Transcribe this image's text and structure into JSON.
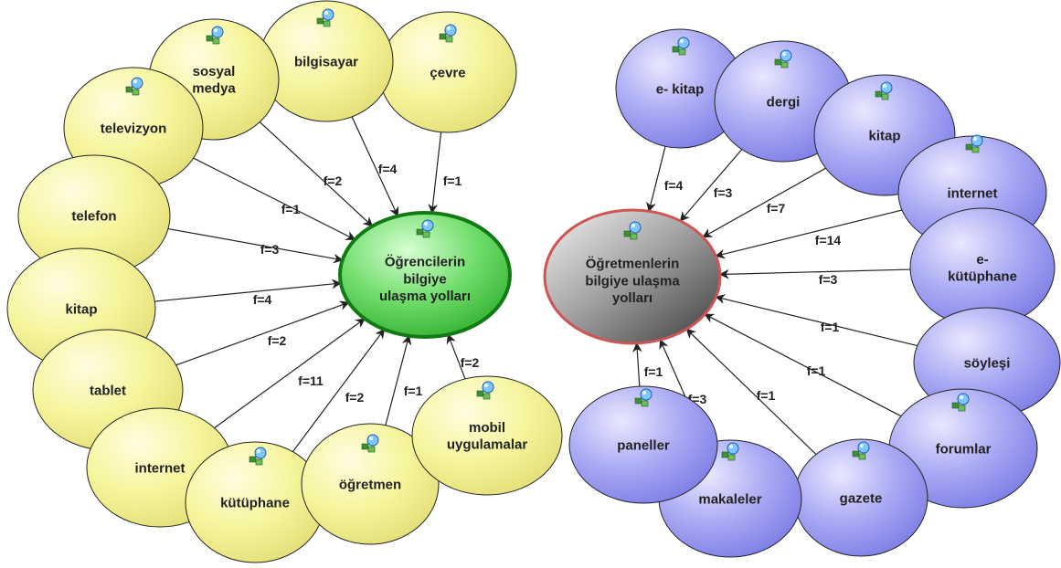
{
  "colors": {
    "left_node_fill": "#f6f59d",
    "left_node_fill_dark": "#e7e47a",
    "left_node_stroke": "#222222",
    "right_node_fill": "#aaaaf5",
    "right_node_fill_dark": "#7f80e8",
    "right_node_stroke": "#222222",
    "left_hub_fill": "#5ed35c",
    "left_hub_stroke": "#127a14",
    "right_hub_fill": "#8f8f8f",
    "right_hub_stroke": "#cf5454",
    "edge": "#222222"
  },
  "diagrams": [
    {
      "id": "students",
      "hub": {
        "lines": [
          "Öğrencilerin",
          "bilgiye",
          "ulaşma yolları"
        ],
        "icon": "globe-network-icon"
      },
      "nodes": [
        {
          "id": "cevre",
          "lines": [
            "çevre"
          ],
          "edge_label": "f=1"
        },
        {
          "id": "bilgisayar",
          "lines": [
            "bilgisayar"
          ],
          "edge_label": "f=4"
        },
        {
          "id": "sosyal-medya",
          "lines": [
            "sosyal",
            "medya"
          ],
          "edge_label": "f=2"
        },
        {
          "id": "televizyon",
          "lines": [
            "televizyon"
          ],
          "edge_label": "f=1"
        },
        {
          "id": "telefon",
          "lines": [
            "telefon"
          ],
          "edge_label": "f=3"
        },
        {
          "id": "kitap",
          "lines": [
            "kitap"
          ],
          "edge_label": "f=4"
        },
        {
          "id": "tablet",
          "lines": [
            "tablet"
          ],
          "edge_label": "f=2"
        },
        {
          "id": "internet",
          "lines": [
            "internet"
          ],
          "edge_label": "f=11"
        },
        {
          "id": "kutuphane",
          "lines": [
            "kütüphane"
          ],
          "edge_label": "f=2"
        },
        {
          "id": "ogretmen",
          "lines": [
            "öğretmen"
          ],
          "edge_label": "f=1"
        },
        {
          "id": "mobil-uygulamalar",
          "lines": [
            "mobil",
            "uygulamalar"
          ],
          "edge_label": "f=2"
        }
      ]
    },
    {
      "id": "teachers",
      "hub": {
        "lines": [
          "Öğretmenlerin",
          "bilgiye ulaşma",
          "yolları"
        ],
        "icon": "globe-network-icon"
      },
      "nodes": [
        {
          "id": "e-kitap",
          "lines": [
            "e- kitap"
          ],
          "edge_label": "f=4"
        },
        {
          "id": "dergi",
          "lines": [
            "dergi"
          ],
          "edge_label": "f=3"
        },
        {
          "id": "kitap",
          "lines": [
            "kitap"
          ],
          "edge_label": "f=7"
        },
        {
          "id": "internet",
          "lines": [
            "internet"
          ],
          "edge_label": "f=14"
        },
        {
          "id": "e-kutuphane",
          "lines": [
            "e-",
            "kütüphane"
          ],
          "edge_label": "f=3"
        },
        {
          "id": "soylesi",
          "lines": [
            "söyleşi"
          ],
          "edge_label": "f=1"
        },
        {
          "id": "forumlar",
          "lines": [
            "forumlar"
          ],
          "edge_label": "f=1"
        },
        {
          "id": "gazete",
          "lines": [
            "gazete"
          ],
          "edge_label": "f=1"
        },
        {
          "id": "makaleler",
          "lines": [
            "makaleler"
          ],
          "edge_label": "f=3"
        },
        {
          "id": "paneller",
          "lines": [
            "paneller"
          ],
          "edge_label": "f=1"
        }
      ]
    }
  ]
}
